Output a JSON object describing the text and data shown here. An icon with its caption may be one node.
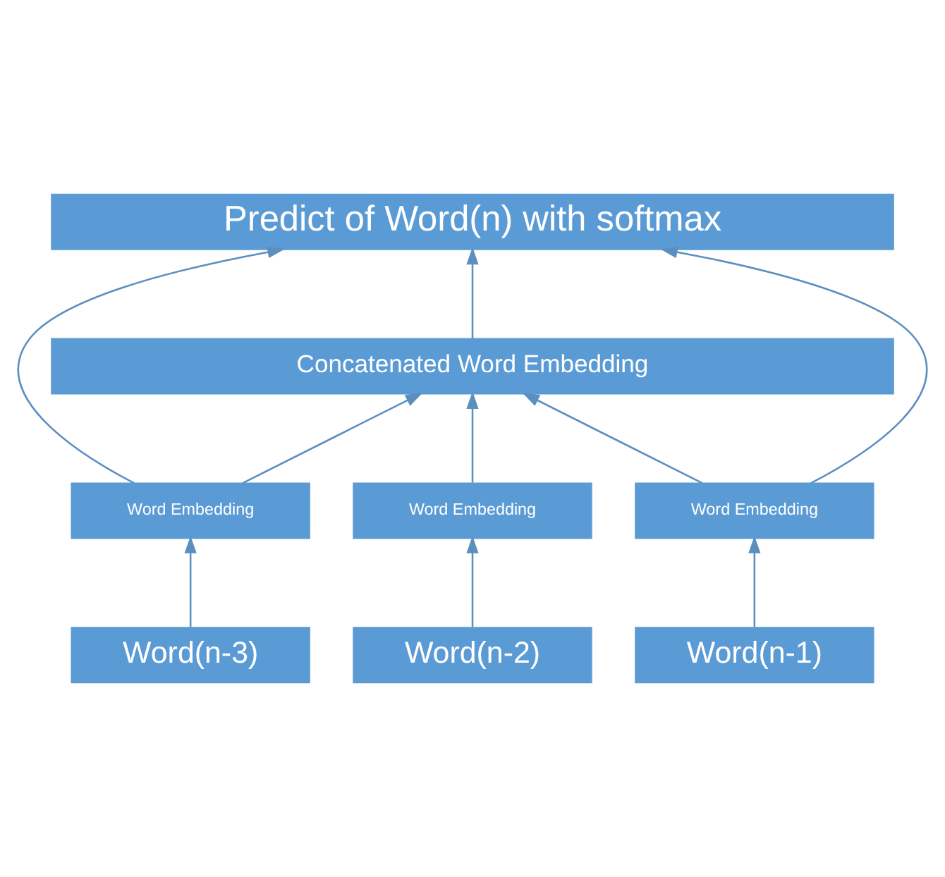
{
  "diagram": {
    "nodes": [
      {
        "text": [
          "Predict of Word(n) with softmax"
        ]
      },
      {
        "text": [
          "Concatenated Word Embedding"
        ]
      },
      {
        "text": [
          "Word Embedding"
        ]
      },
      {
        "text": [
          "Word Embedding"
        ]
      },
      {
        "text": [
          "Word Embedding"
        ]
      },
      {
        "text": [
          "Word(n-3)"
        ]
      },
      {
        "text": [
          "Word(n-2)"
        ]
      },
      {
        "text": [
          "Word(n-1)"
        ]
      }
    ],
    "edges": [
      {
        "from": 5,
        "to": 2,
        "arrow": "to"
      },
      {
        "from": 6,
        "to": 3,
        "arrow": "to"
      },
      {
        "from": 7,
        "to": 4,
        "arrow": "to"
      },
      {
        "from": 2,
        "to": 1,
        "arrow": "to"
      },
      {
        "from": 3,
        "to": 1,
        "arrow": "to"
      },
      {
        "from": 4,
        "to": 1,
        "arrow": "to"
      },
      {
        "from": 2,
        "to": 0,
        "arrow": "to"
      },
      {
        "from": 1,
        "to": 0,
        "arrow": "to"
      },
      {
        "from": 4,
        "to": 0,
        "arrow": "to"
      }
    ]
  }
}
